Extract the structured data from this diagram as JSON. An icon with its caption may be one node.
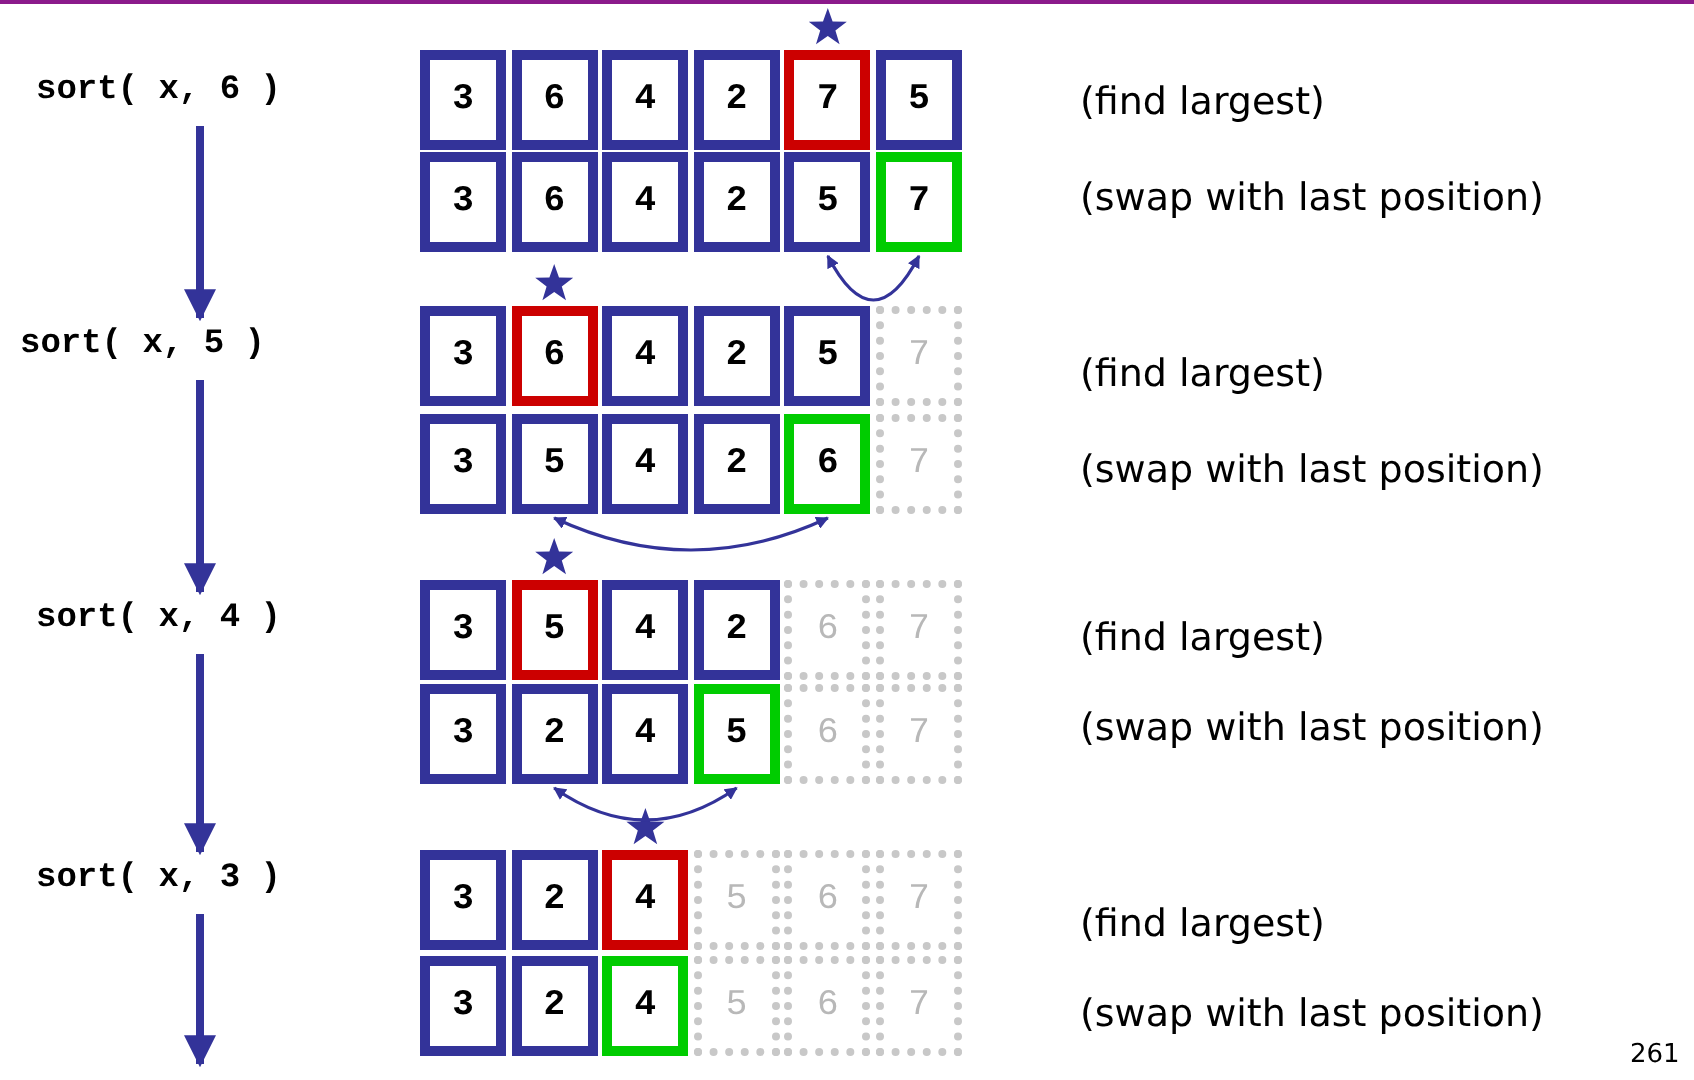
{
  "diagram": {
    "nodes": [
      {
        "text": [
          "sort( x, 6 )"
        ]
      },
      {
        "text": [
          "3"
        ]
      },
      {
        "text": [
          "6"
        ]
      },
      {
        "text": [
          "4"
        ]
      },
      {
        "text": [
          "2"
        ]
      },
      {
        "text": [
          "7"
        ]
      },
      {
        "text": [
          "5"
        ]
      },
      {
        "text": [
          "3"
        ]
      },
      {
        "text": [
          "6"
        ]
      },
      {
        "text": [
          "4"
        ]
      },
      {
        "text": [
          "2"
        ]
      },
      {
        "text": [
          "5"
        ]
      },
      {
        "text": [
          "7"
        ]
      },
      {
        "text": [
          "sort( x, 5 )"
        ]
      },
      {
        "text": [
          "3"
        ]
      },
      {
        "text": [
          "6"
        ]
      },
      {
        "text": [
          "4"
        ]
      },
      {
        "text": [
          "2"
        ]
      },
      {
        "text": [
          "5"
        ]
      },
      {
        "text": [
          "7"
        ]
      },
      {
        "text": [
          "3"
        ]
      },
      {
        "text": [
          "5"
        ]
      },
      {
        "text": [
          "4"
        ]
      },
      {
        "text": [
          "2"
        ]
      },
      {
        "text": [
          "6"
        ]
      },
      {
        "text": [
          "7"
        ]
      },
      {
        "text": [
          "sort( x, 4 )"
        ]
      },
      {
        "text": [
          "3"
        ]
      },
      {
        "text": [
          "5"
        ]
      },
      {
        "text": [
          "4"
        ]
      },
      {
        "text": [
          "2"
        ]
      },
      {
        "text": [
          "6"
        ]
      },
      {
        "text": [
          "7"
        ]
      },
      {
        "text": [
          "3"
        ]
      },
      {
        "text": [
          "2"
        ]
      },
      {
        "text": [
          "4"
        ]
      },
      {
        "text": [
          "5"
        ]
      },
      {
        "text": [
          "6"
        ]
      },
      {
        "text": [
          "7"
        ]
      },
      {
        "text": [
          "sort( x, 3 )"
        ]
      },
      {
        "text": [
          "3"
        ]
      },
      {
        "text": [
          "2"
        ]
      },
      {
        "text": [
          "4"
        ]
      },
      {
        "text": [
          "5"
        ]
      },
      {
        "text": [
          "6"
        ]
      },
      {
        "text": [
          "7"
        ]
      },
      {
        "text": [
          "3"
        ]
      },
      {
        "text": [
          "2"
        ]
      },
      {
        "text": [
          "4"
        ]
      },
      {
        "text": [
          "5"
        ]
      },
      {
        "text": [
          "6"
        ]
      },
      {
        "text": [
          "7"
        ]
      }
    ],
    "edges": [
      {
        "from": 0,
        "to": 13,
        "arrow": "to"
      },
      {
        "from": 11,
        "to": 12,
        "arrow": "both"
      },
      {
        "from": 13,
        "to": 26,
        "arrow": "to"
      },
      {
        "from": 21,
        "to": 24,
        "arrow": "both"
      },
      {
        "from": 26,
        "to": 39,
        "arrow": "to"
      },
      {
        "from": 34,
        "to": 36,
        "arrow": "both"
      },
      {
        "from": 39,
        "to": null,
        "arrow": "to"
      }
    ],
    "labels": [
      "(find largest)",
      "(swap with last position)",
      "(find largest)",
      "(swap with last position)",
      "(find largest)",
      "(swap with last position)",
      "(find largest)",
      "(swap with last position)",
      "261"
    ]
  }
}
